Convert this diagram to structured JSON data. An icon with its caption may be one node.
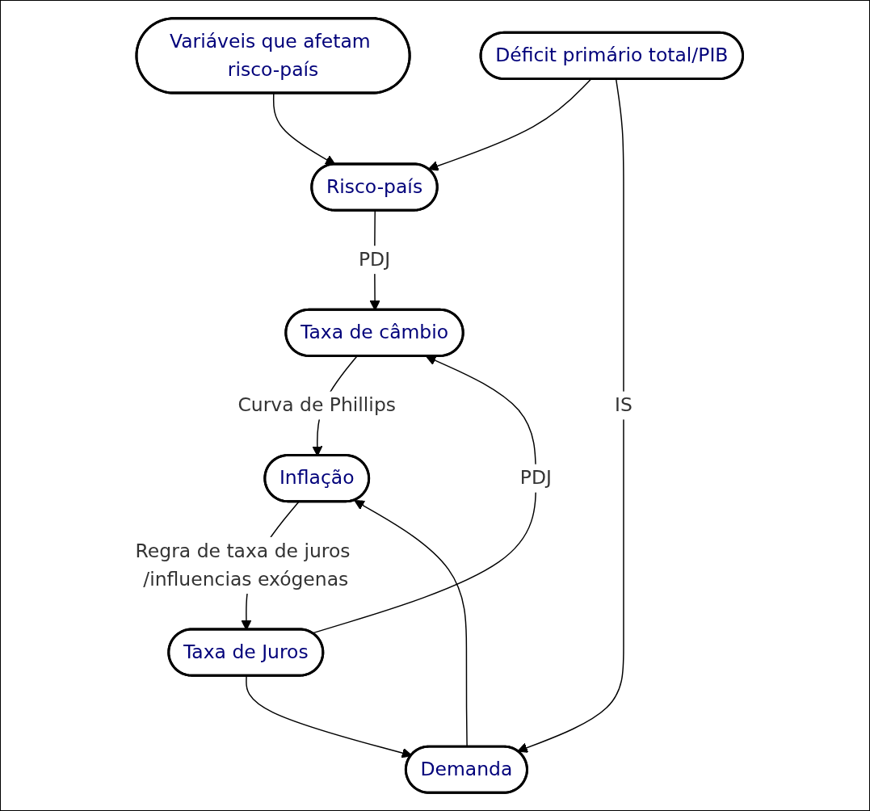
{
  "diagram": {
    "nodes": [
      {
        "text": [
          "Variáveis que afetam risco-país"
        ]
      },
      {
        "text": [
          "Risco-país"
        ]
      },
      {
        "text": [
          "Déficit primário total/PIB"
        ]
      },
      {
        "text": [
          "Taxa de câmbio"
        ]
      },
      {
        "text": [
          "Demanda"
        ]
      },
      {
        "text": [
          "Inflação"
        ]
      },
      {
        "text": [
          "Taxa de Juros"
        ]
      }
    ],
    "edges": [
      {
        "from": 0,
        "to": 1,
        "arrow": "to"
      },
      {
        "from": 2,
        "to": 1,
        "arrow": "to"
      },
      {
        "from": 1,
        "to": 3,
        "arrow": "to",
        "label": "PDJ"
      },
      {
        "from": 2,
        "to": 4,
        "arrow": "to",
        "label": "IS"
      },
      {
        "from": 3,
        "to": 5,
        "arrow": "to",
        "label": "Curva de Phillips"
      },
      {
        "from": 4,
        "to": 5,
        "arrow": "to"
      },
      {
        "from": 5,
        "to": 6,
        "arrow": "to",
        "label": "Regra de taxa de juros /influencias exógenas"
      },
      {
        "from": 6,
        "to": 3,
        "arrow": "to",
        "label": "PDJ"
      },
      {
        "from": 6,
        "to": 4,
        "arrow": "to"
      }
    ]
  }
}
